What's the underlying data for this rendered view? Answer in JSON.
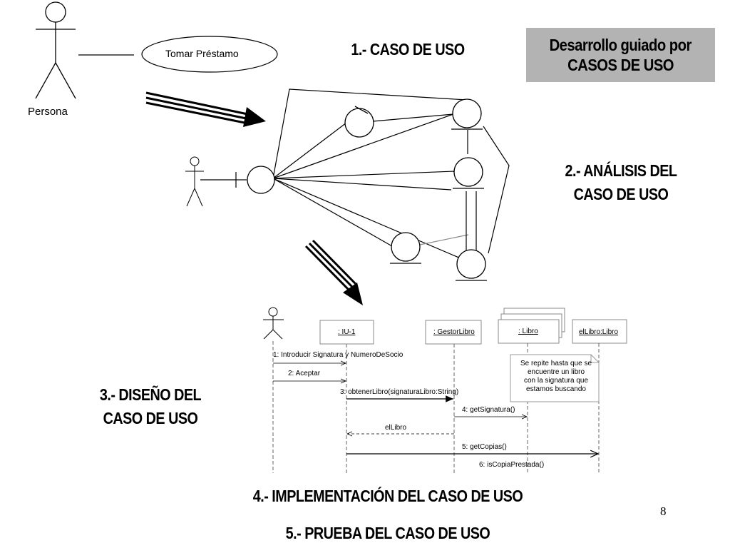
{
  "title_box": {
    "line1": "Desarrollo guiado por",
    "line2": "CASOS DE USO"
  },
  "headings": {
    "step1": "1.- CASO DE USO",
    "step2_line1": "2.- ANÁLISIS  DEL",
    "step2_line2": "CASO DE USO",
    "step3_line1": "3.- DISEÑO  DEL",
    "step3_line2": "CASO DE USO",
    "step4": "4.-  IMPLEMENTACIÓN  DEL CASO DE USO",
    "step5": "5.- PRUEBA DEL CASO DE USO"
  },
  "use_case": {
    "actor": "Persona",
    "use_case": "Tomar Préstamo"
  },
  "sequence": {
    "lifelines": [
      ": IU-1",
      ": GestorLibro",
      ": Libro",
      "elLibro:Libro"
    ],
    "messages": [
      "1: Introducir Signatura y NumeroDeSocio",
      "2: Aceptar",
      "3: obtenerLibro(signaturaLibro:String)",
      "4: getSignatura()",
      "elLibro",
      "5: getCopias()",
      "6: isCopiaPrestada()"
    ],
    "note": [
      "Se repite hasta que se",
      "encuentre un libro",
      "con la signatura que",
      "estamos buscando"
    ]
  },
  "page_number": "8"
}
